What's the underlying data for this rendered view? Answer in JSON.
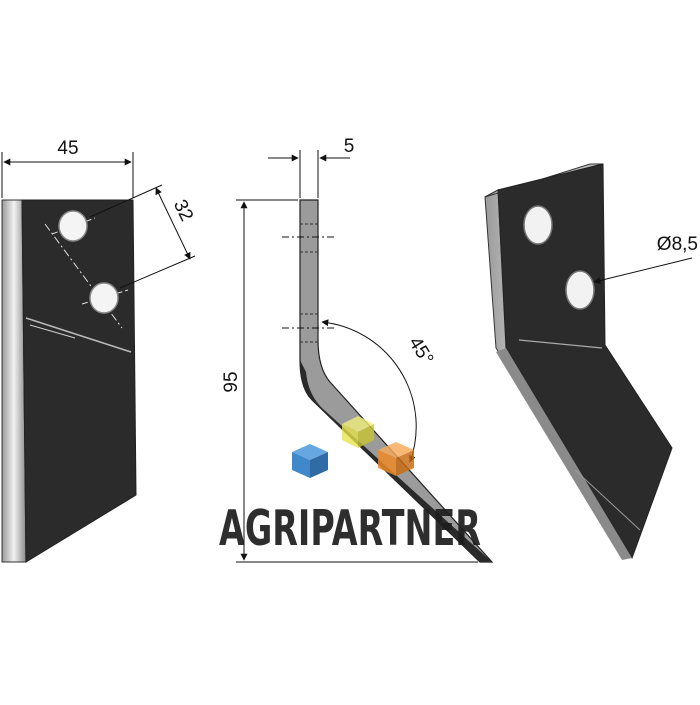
{
  "dimensions": {
    "width": "45",
    "hole_spacing": "32",
    "thickness": "5",
    "height": "95",
    "angle": "45°",
    "hole_diameter": "Ø8,5"
  },
  "watermark": {
    "text": "AGRIPARTNER"
  },
  "colors": {
    "blade": "#2b2b2b",
    "edge": "#d8d8d8",
    "line": "#111111",
    "brand_text": "#1d1d1d",
    "cube_blue": "#2f7fc6",
    "cube_yellow": "#e6e24a",
    "cube_orange": "#f08a24"
  }
}
